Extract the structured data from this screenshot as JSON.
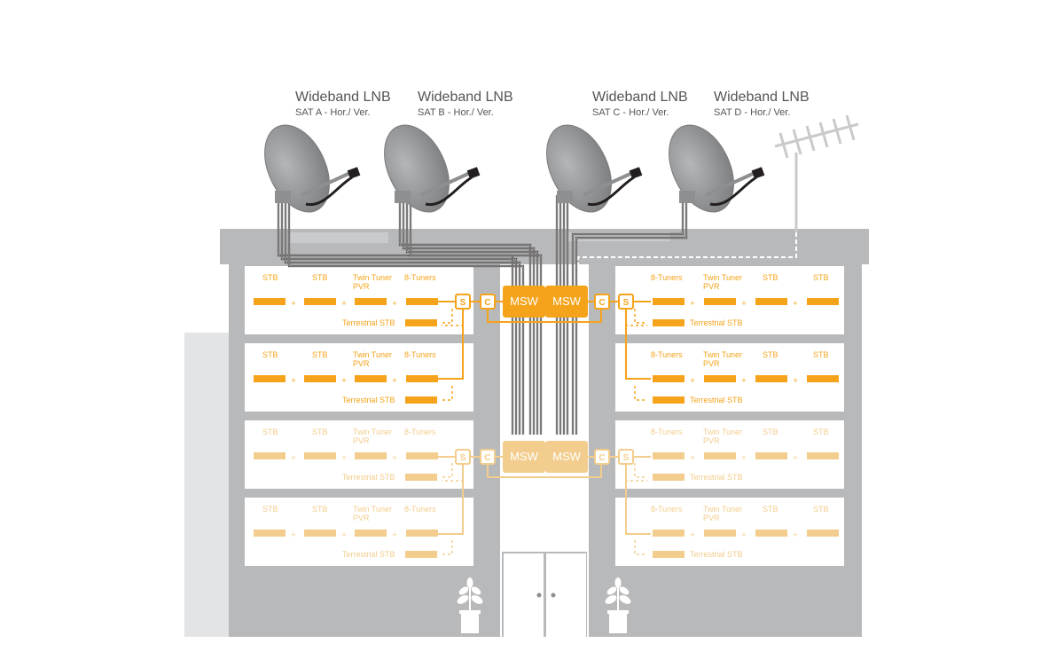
{
  "colors": {
    "accent": "#f5a31a",
    "accent_light": "#f2cd8d",
    "building": "#b8b9bb",
    "building_light": "#e3e4e5",
    "floor_bg": "#ffffff",
    "dish": "#8e8f91",
    "cable": "#231f20"
  },
  "lnbs": [
    {
      "title": "Wideband LNB",
      "subtitle": "SAT A - Hor./ Ver."
    },
    {
      "title": "Wideband LNB",
      "subtitle": "SAT B - Hor./ Ver."
    },
    {
      "title": "Wideband LNB",
      "subtitle": "SAT C - Hor./ Ver."
    },
    {
      "title": "Wideband LNB",
      "subtitle": "SAT D - Hor./ Ver."
    }
  ],
  "labels": {
    "stb": "STB",
    "twin_tuner_line1": "Twin Tuner",
    "twin_tuner_line2": "PVR",
    "eight_tuners": "8-Tuners",
    "terrestrial_stb": "Terrestrial STB",
    "msw": "MSW",
    "splitter": "S",
    "combiner": "C",
    "plus": "+"
  }
}
